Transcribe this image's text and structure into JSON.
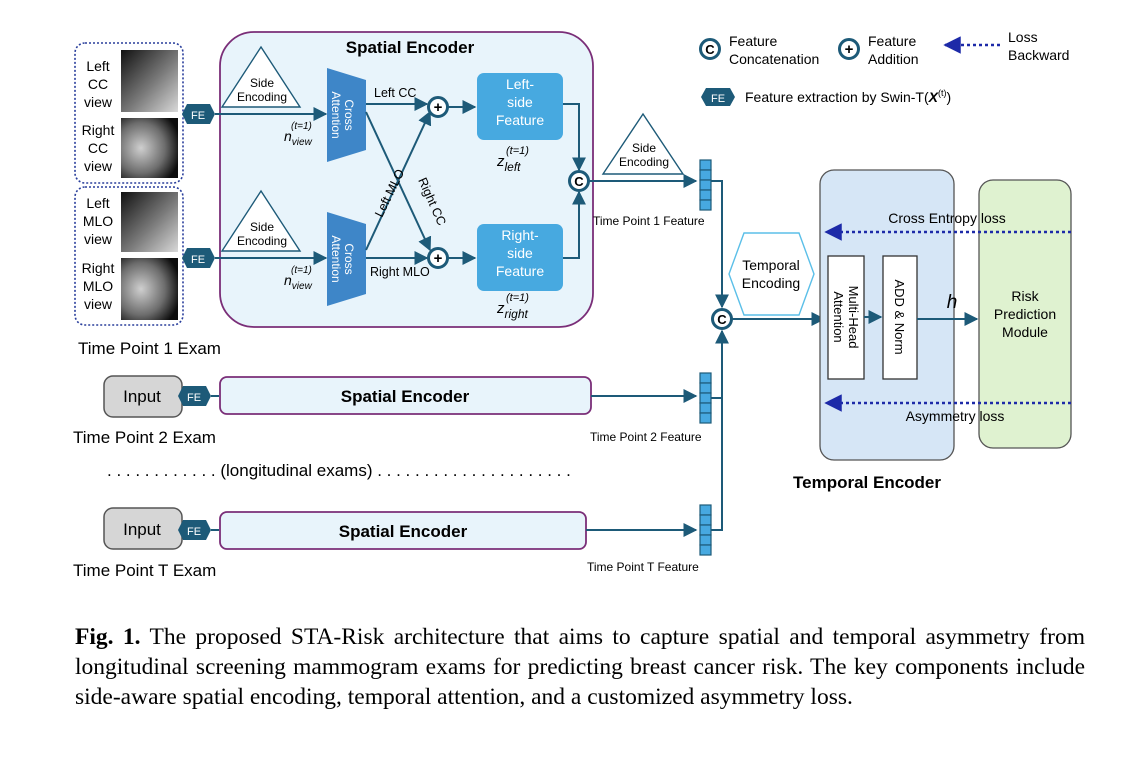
{
  "legend": {
    "concat_symbol": "C",
    "concat_label_1": "Feature",
    "concat_label_2": "Concatenation",
    "add_symbol": "+",
    "add_label_1": "Feature",
    "add_label_2": "Addition",
    "loss_label_1": "Loss",
    "loss_label_2": "Backward",
    "fe_symbol": "FE",
    "fe_label": "Feature extraction by Swin-T(",
    "fe_label_x": "X",
    "fe_label_sup": "(t)",
    "fe_label_end": ")"
  },
  "spatial_encoder": {
    "title": "Spatial Encoder",
    "side_encoding_1": "Side",
    "side_encoding_2": "Encoding",
    "cross_attention_1": "Cross",
    "cross_attention_2": "Attention",
    "left_cc": "Left CC",
    "right_mlo": "Right MLO",
    "left_mlo": "Left MLO",
    "right_cc": "Right CC",
    "left_feature": [
      "Left-",
      "side",
      "Feature"
    ],
    "right_feature": [
      "Right-",
      "side",
      "Feature"
    ],
    "n_var": "n",
    "n_sub": "view",
    "t_sup": "(t=1)",
    "z_var": "z",
    "z_left_sub": "left",
    "z_right_sub": "right"
  },
  "views": {
    "left_cc": [
      "Left",
      "CC",
      "view"
    ],
    "right_cc": [
      "Right",
      "CC",
      "view"
    ],
    "left_mlo": [
      "Left",
      "MLO",
      "view"
    ],
    "right_mlo": [
      "Right",
      "MLO",
      "view"
    ]
  },
  "fe": "FE",
  "side_encoding_outer": [
    "Side",
    "Encoding"
  ],
  "time_point_1_feature": "Time Point 1 Feature",
  "time_point_2_feature": "Time Point 2 Feature",
  "time_point_t_feature": "Time Point T Feature",
  "time_point_1_exam": "Time Point 1 Exam",
  "time_point_2_exam": "Time Point 2 Exam",
  "time_point_t_exam": "Time Point T Exam",
  "input": "Input",
  "spatial_encoder_bar": "Spatial Encoder",
  "longitudinal": ". . . . . . . . . . . . (longitudinal exams) . . . . . . . . . . . . . . . . . . . . .",
  "temporal_encoding": [
    "Temporal",
    "Encoding"
  ],
  "cross_entropy_loss": "Cross Entropy loss",
  "asymmetry_loss": "Asymmetry loss",
  "multi_head_attention": [
    "Multi-Head",
    "Attention"
  ],
  "add_norm": "ADD & Norm",
  "h_label": "h",
  "risk_module": [
    "Risk",
    "Prediction",
    "Module"
  ],
  "temporal_encoder_title": "Temporal Encoder",
  "caption": {
    "fig_label": "Fig. 1.",
    "text": " The proposed STA-Risk architecture that aims to capture spatial and temporal asymmetry from longitudinal screening mammogram exams for predicting breast cancer risk. The key components include side-aware spatial encoding, temporal attention, and a customized asymmetry loss."
  },
  "colors": {
    "teal": "#1d5a78",
    "blue_block": "#3e86c8",
    "feature_block": "#47a9e0",
    "spatial_bg": "#e8f4fb",
    "spatial_border": "#7a2e78",
    "temporal_bg": "#d6e6f6",
    "risk_bg": "#dff2d0",
    "loss_arrow": "#1d2aa8"
  }
}
